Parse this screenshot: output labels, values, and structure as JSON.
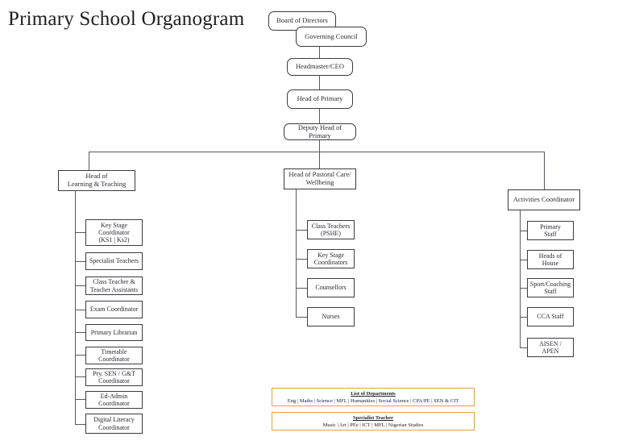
{
  "title": "Primary School Organogram",
  "chart_data": {
    "type": "diagram",
    "diagram_kind": "organization-chart",
    "title": "Primary School Organogram"
  },
  "nodes": {
    "board": "Board of Directors",
    "governing": "Governing Council",
    "headmaster": "Headmaster/CEO",
    "head_primary": "Head of Primary",
    "deputy_head": "Deputy Head of Primary",
    "head_learning": "Head of\nLearning & Teaching",
    "head_pastoral": "Head of Pastoral Care/\nWellbeing",
    "activities": "Activities Coordinator"
  },
  "learning_children": [
    "Key Stage\nCoordinator\n(KS1 |  Ks2)",
    "Specialist Teachers",
    "Class Teacher &\nTeacher Assistants",
    "Exam Coordinator",
    "Primary Librarian",
    "Timetable\nCoordinator",
    "Pry. SEN / G&T\nCoordinator",
    "Ed-Admin\nCoordinator",
    "Digital Literacy\nCoordinator"
  ],
  "pastoral_children": [
    "Class Teachers\n(PSHE)",
    "Key Stage\nCoordinators",
    "Counsellors",
    "Nurses"
  ],
  "activities_children": [
    "Primary\nStaff",
    "Heads of\nHouse",
    "Sport/Coaching\nStaff",
    "CCA Staff",
    "AISEN / APEN"
  ],
  "legends": {
    "departments": {
      "title": "List of Departments",
      "items": "Eng  | Maths | Science | MFL |  Humanities | Social Science |  CPA/PE | SEN & CIT"
    },
    "specialist": {
      "title": "Specialist Teacher",
      "items": "Music  | Art | PEe | ICT | MFL | Nigerian Studies"
    }
  },
  "colors": {
    "box_border": "#3a3a42",
    "connector": "#555a60",
    "legend_border": "#e0a33f",
    "text": "#2b2b33",
    "background": "#ffffff"
  }
}
